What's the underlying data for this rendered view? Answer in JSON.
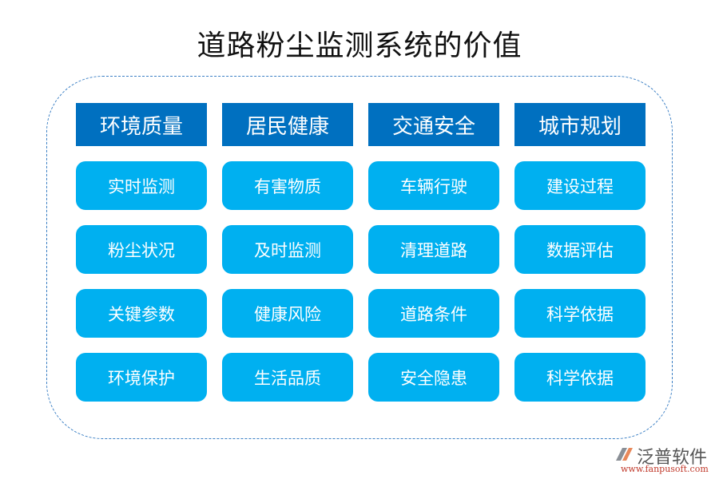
{
  "title": "道路粉尘监测系统的价值",
  "columns": [
    {
      "header": "环境质量",
      "items": [
        "实时监测",
        "粉尘状况",
        "关键参数",
        "环境保护"
      ]
    },
    {
      "header": "居民健康",
      "items": [
        "有害物质",
        "及时监测",
        "健康风险",
        "生活品质"
      ]
    },
    {
      "header": "交通安全",
      "items": [
        "车辆行驶",
        "清理道路",
        "道路条件",
        "安全隐患"
      ]
    },
    {
      "header": "城市规划",
      "items": [
        "建设过程",
        "数据评估",
        "科学依据",
        "科学依据"
      ]
    }
  ],
  "colors": {
    "header_bg": "#0070c0",
    "item_bg": "#00b0f0",
    "frame_border": "#3a7fc4"
  },
  "logo": {
    "brand": "泛普软件",
    "url": "www.fanpusoft.com"
  }
}
